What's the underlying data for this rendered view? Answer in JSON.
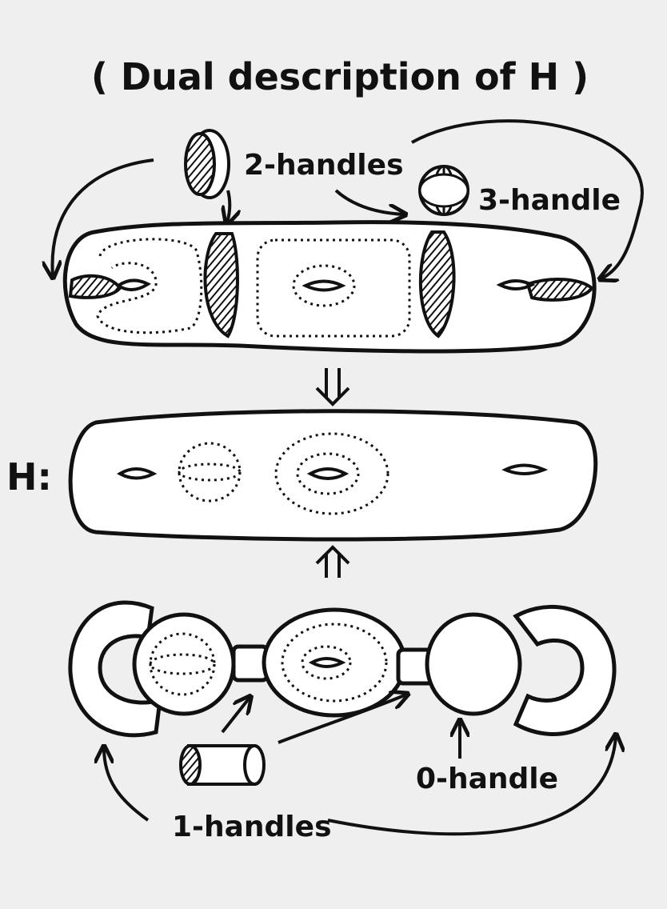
{
  "title": "( Dual description of H )",
  "labels": {
    "two_handles": "2-handles",
    "three_handle": "3-handle",
    "h_label": "H:",
    "one_handles": "1-handles",
    "zero_handle": "0-handle"
  },
  "colors": {
    "ink": "#111111",
    "paper": "#efefef"
  }
}
